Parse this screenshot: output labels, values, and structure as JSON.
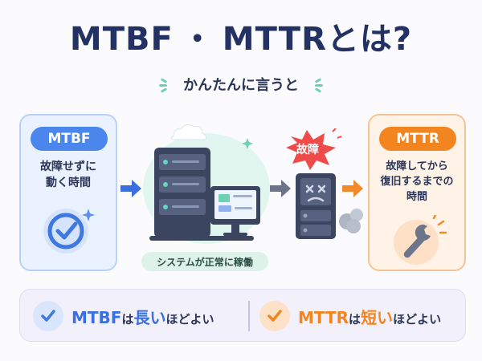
{
  "title": {
    "part1": "MTBF",
    "dot": "・",
    "part2": "MTTR",
    "suffix": "とは?"
  },
  "subtitle": "かんたんに言うと",
  "mtbf_card": {
    "label": "MTBF",
    "desc_line1": "故障せずに",
    "desc_line2": "動く時間"
  },
  "server": {
    "running_label": "システムが正常に稼働"
  },
  "failure": {
    "badge": "故障"
  },
  "mttr_card": {
    "label": "MTTR",
    "desc_line1": "故障してから",
    "desc_line2": "復旧するまでの",
    "desc_line3": "時間"
  },
  "summary": {
    "mtbf_term": "MTBF",
    "mtbf_mid": "は",
    "mtbf_key": "長い",
    "mtbf_end": "ほどよい",
    "mttr_term": "MTTR",
    "mttr_mid": "は",
    "mttr_key": "短い",
    "mttr_end": "ほどよい"
  },
  "colors": {
    "navy": "#233262",
    "blue": "#4a86ec",
    "orange": "#f2851f",
    "mint": "#6fd0b5",
    "red": "#ef4b4b"
  },
  "icons": [
    "check-icon",
    "server-icon",
    "monitor-icon",
    "broken-server-icon",
    "wrench-icon",
    "arrow-right-icon"
  ]
}
